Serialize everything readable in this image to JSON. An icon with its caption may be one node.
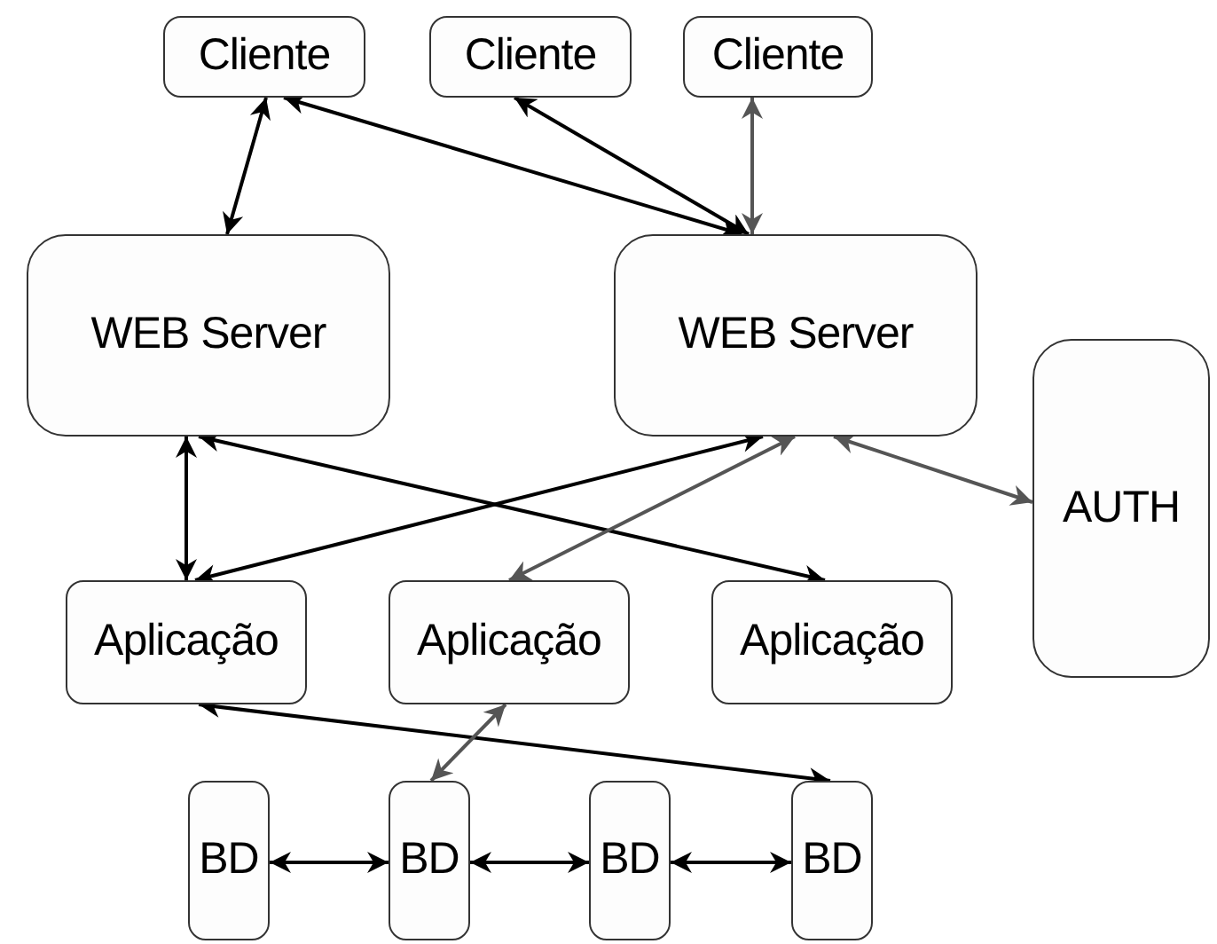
{
  "diagram": {
    "nodes": [
      {
        "text": [
          "Cliente"
        ]
      },
      {
        "text": [
          "Cliente"
        ]
      },
      {
        "text": [
          "Cliente"
        ]
      },
      {
        "text": [
          "WEB Server"
        ]
      },
      {
        "text": [
          "WEB Server"
        ]
      },
      {
        "text": [
          "AUTH"
        ]
      },
      {
        "text": [
          "Aplicação"
        ]
      },
      {
        "text": [
          "Aplicação"
        ]
      },
      {
        "text": [
          "Aplicação"
        ]
      },
      {
        "text": [
          "BD"
        ]
      },
      {
        "text": [
          "BD"
        ]
      },
      {
        "text": [
          "BD"
        ]
      },
      {
        "text": [
          "BD"
        ]
      }
    ],
    "edges": [
      {
        "from": 0,
        "to": 3,
        "arrow": "both"
      },
      {
        "from": 0,
        "to": 4,
        "arrow": "both"
      },
      {
        "from": 1,
        "to": 4,
        "arrow": "both"
      },
      {
        "from": 2,
        "to": 4,
        "arrow": "both",
        "color": "#555555"
      },
      {
        "from": 3,
        "to": 6,
        "arrow": "both"
      },
      {
        "from": 3,
        "to": 8,
        "arrow": "both"
      },
      {
        "from": 6,
        "to": 4,
        "arrow": "both"
      },
      {
        "from": 7,
        "to": 4,
        "arrow": "both",
        "color": "#555555"
      },
      {
        "from": 4,
        "to": 5,
        "arrow": "both",
        "color": "#555555"
      },
      {
        "from": 6,
        "to": 12,
        "arrow": "both"
      },
      {
        "from": 7,
        "to": 10,
        "arrow": "both",
        "color": "#555555"
      },
      {
        "from": 9,
        "to": 10,
        "arrow": "both"
      },
      {
        "from": 10,
        "to": 11,
        "arrow": "both"
      },
      {
        "from": 11,
        "to": 12,
        "arrow": "both"
      }
    ]
  }
}
